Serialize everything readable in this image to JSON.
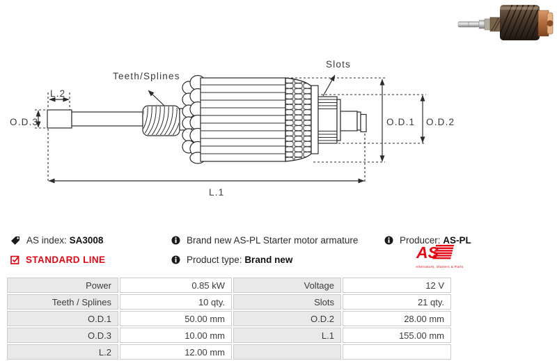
{
  "diagram": {
    "labels": {
      "teeth": "Teeth/Splines",
      "slots": "Slots",
      "l1": "L.1",
      "l2": "L.2",
      "od1": "O.D.1",
      "od2": "O.D.2",
      "od3": "O.D.3"
    }
  },
  "meta": {
    "as_index_label": "AS index:",
    "as_index_value": "SA3008",
    "standard_line": "STANDARD LINE",
    "description": "Brand new AS-PL Starter motor armature",
    "product_type_label": "Product type:",
    "product_type_value": "Brand new",
    "producer_label": "Producer:",
    "producer_value": "AS-PL",
    "logo_text": "AS",
    "logo_tagline": "Alternators, Starters & Parts"
  },
  "colors": {
    "brand_red": "#e30613",
    "diagram_line": "#2b2b2b",
    "table_label_bg": "#e9e9e9",
    "table_border": "#cccccc",
    "text": "#2b2b2b"
  },
  "table": {
    "rows": [
      {
        "c0": "Power",
        "c1": "0.85 kW",
        "c2": "Voltage",
        "c3": "12 V"
      },
      {
        "c0": "Teeth / Splines",
        "c1": "10 qty.",
        "c2": "Slots",
        "c3": "21 qty."
      },
      {
        "c0": "O.D.1",
        "c1": "50.00 mm",
        "c2": "O.D.2",
        "c3": "28.00 mm"
      },
      {
        "c0": "O.D.3",
        "c1": "10.00 mm",
        "c2": "L.1",
        "c3": "155.00 mm"
      },
      {
        "c0": "L.2",
        "c1": "12.00 mm",
        "c2": "",
        "c3": ""
      }
    ]
  }
}
